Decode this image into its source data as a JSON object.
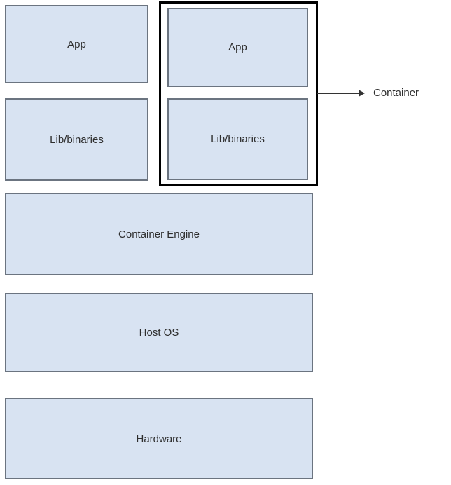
{
  "diagram": {
    "host_stack": {
      "app_label": "App",
      "lib_label": "Lib/binaries"
    },
    "container": {
      "app_label": "App",
      "lib_label": "Lib/binaries",
      "callout_label": "Container"
    },
    "layers": [
      {
        "label": "Container Engine"
      },
      {
        "label": "Host OS"
      },
      {
        "label": "Hardware"
      }
    ],
    "colors": {
      "box_fill": "#d8e3f2",
      "box_border": "#6b7480",
      "container_frame": "#000000",
      "text": "#2e2e2e",
      "arrow": "#333333",
      "background": "#ffffff"
    }
  }
}
